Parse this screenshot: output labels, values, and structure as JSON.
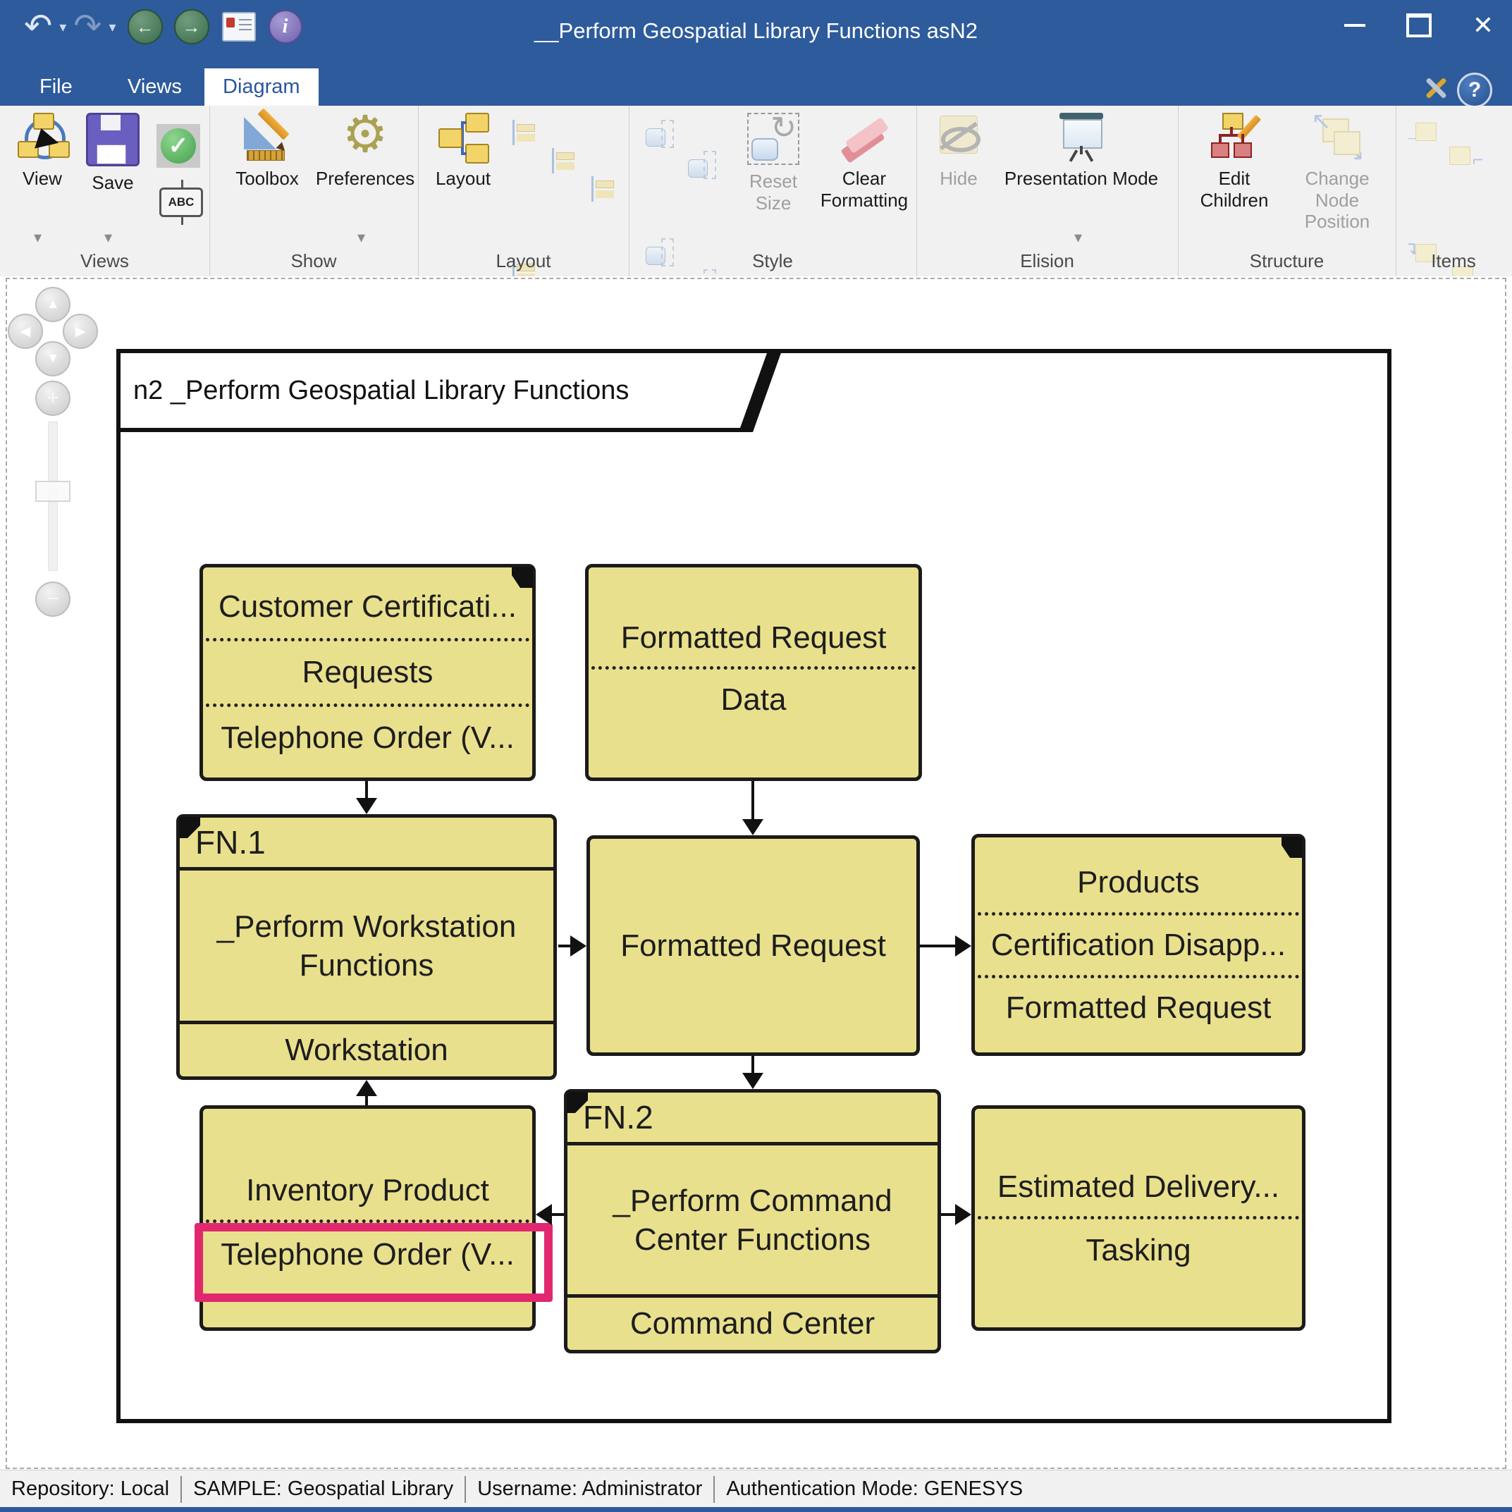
{
  "window": {
    "title": "__Perform Geospatial Library Functions asN2"
  },
  "icons": {
    "undo": "↶",
    "redo": "↷",
    "back": "←",
    "forward": "→",
    "info": "i",
    "help": "?",
    "close": "✕",
    "caret": "▾",
    "pan_up": "▲",
    "pan_left": "◀",
    "pan_right": "▶",
    "pan_down": "▼",
    "zoom_in": "+",
    "zoom_out": "−",
    "gear": "⚙",
    "check": "✓",
    "abc": "ABC",
    "move_up_left": "↖",
    "move_down_right": "↘",
    "item_arrow": "⌐"
  },
  "tabs": {
    "file": "File",
    "views": "Views",
    "diagram": "Diagram"
  },
  "ribbon": {
    "views": {
      "label": "Views",
      "view": "View",
      "save": "Save"
    },
    "show": {
      "label": "Show",
      "toolbox": "Toolbox",
      "preferences": "Preferences"
    },
    "layout": {
      "label": "Layout",
      "layout": "Layout"
    },
    "style": {
      "label": "Style",
      "reset_size": "Reset Size",
      "clear_formatting": "Clear Formatting"
    },
    "elision": {
      "label": "Elision",
      "hide": "Hide",
      "presentation_mode": "Presentation Mode"
    },
    "structure": {
      "label": "Structure",
      "edit_children": "Edit Children",
      "change_node_position": "Change Node Position"
    },
    "items": {
      "label": "Items"
    }
  },
  "diagram": {
    "frame_title": "n2 _Perform Geospatial Library Functions",
    "highlight_color": "#e1286f",
    "box_fill_color": "#e9e08d",
    "boxes": {
      "customer": {
        "rows": [
          "Customer Certificati...",
          "Requests",
          "Telephone Order (V..."
        ]
      },
      "formatted_request_data": {
        "rows": [
          "Formatted Request",
          "Data"
        ]
      },
      "fn1": {
        "number": "FN.1",
        "name": "_Perform Workstation Functions",
        "allocation": "Workstation"
      },
      "formatted_request": {
        "rows": [
          "Formatted Request"
        ]
      },
      "products": {
        "rows": [
          "Products",
          "Certification Disapp...",
          "Formatted Request"
        ]
      },
      "inventory": {
        "rows": [
          "Inventory Product",
          "Telephone Order (V..."
        ]
      },
      "fn2": {
        "number": "FN.2",
        "name": "_Perform Command Center Functions",
        "allocation": "Command Center"
      },
      "tasking": {
        "rows": [
          "Estimated Delivery...",
          "Tasking"
        ]
      }
    }
  },
  "statusbar": {
    "repository": "Repository: Local",
    "sample": "SAMPLE: Geospatial Library",
    "username": "Username: Administrator",
    "auth": "Authentication Mode: GENESYS"
  }
}
